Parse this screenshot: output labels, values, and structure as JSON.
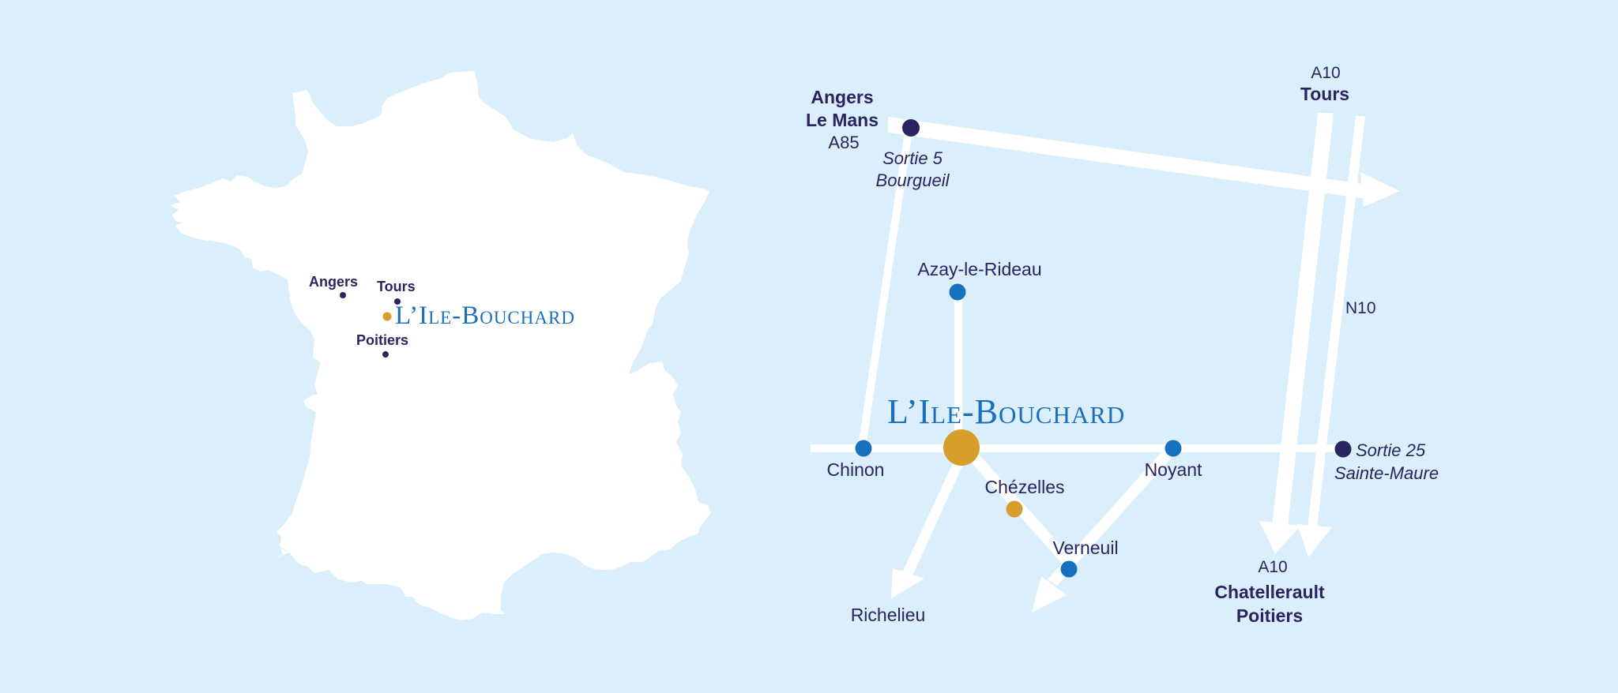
{
  "colors": {
    "background": "#daeefb",
    "land": "#ffffff",
    "road": "#ffffff",
    "label_text": "#2a2560",
    "town_dot": "#1570bd",
    "highlight_dot": "#d89e2c",
    "exit_dot": "#2a2560",
    "title_blue": "#1a6fbc"
  },
  "france_map": {
    "title": "L’Ile-Bouchard",
    "cities": [
      {
        "name": "Angers"
      },
      {
        "name": "Tours"
      },
      {
        "name": "Poitiers"
      }
    ]
  },
  "route_map": {
    "title": "L’Ile-Bouchard",
    "northwest": {
      "line1": "Angers",
      "line2": "Le Mans",
      "road": "A85"
    },
    "northwest_exit": {
      "line1": "Sortie 5",
      "line2": "Bourgueil"
    },
    "north": {
      "road": "A10",
      "city": "Tours"
    },
    "n10_label": "N10",
    "east_exit": {
      "line1": "Sortie 25",
      "line2": "Sainte-Maure"
    },
    "south": {
      "road": "A10",
      "line1": "Chatellerault",
      "line2": "Poitiers"
    },
    "towns": [
      {
        "name": "Azay-le-Rideau"
      },
      {
        "name": "Chinon"
      },
      {
        "name": "Noyant"
      },
      {
        "name": "Chézelles"
      },
      {
        "name": "Verneuil"
      },
      {
        "name": "Richelieu"
      }
    ]
  }
}
